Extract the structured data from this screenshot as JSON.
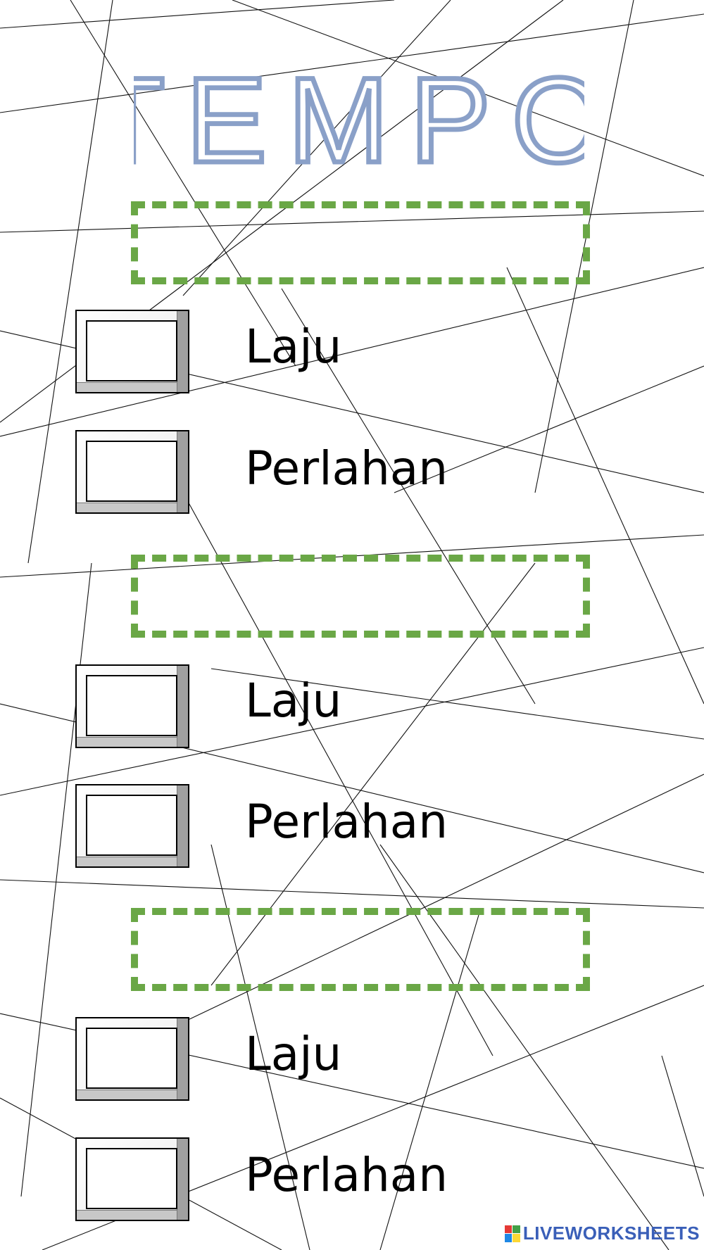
{
  "title": {
    "text": "TEMPO"
  },
  "questions": [
    {
      "options": [
        {
          "label": "Laju"
        },
        {
          "label": "Perlahan"
        }
      ]
    },
    {
      "options": [
        {
          "label": "Laju"
        },
        {
          "label": "Perlahan"
        }
      ]
    },
    {
      "options": [
        {
          "label": "Laju"
        },
        {
          "label": "Perlahan"
        }
      ]
    }
  ],
  "watermark": {
    "text": "LIVEWORKSHEETS"
  },
  "colors": {
    "dash_border": "#6aa746",
    "title_outline": "#8aa0c8",
    "watermark": "#3a5fb8"
  }
}
